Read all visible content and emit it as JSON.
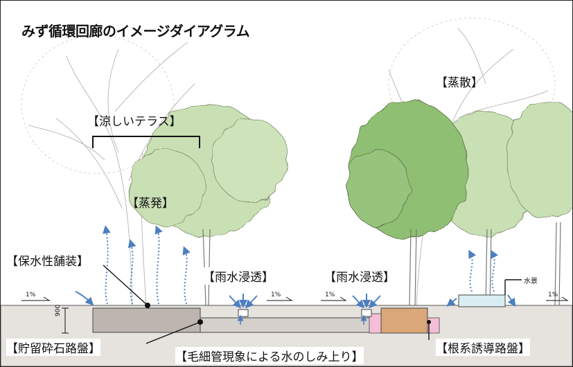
{
  "title": "みず循環回廊のイメージダイアグラム",
  "labels": {
    "cool_terrace": "【涼しいテラス】",
    "evaporation": "【蒸発】",
    "transpiration": "【蒸散】",
    "water_retentive_paving": "【保水性舗装】",
    "rain_infiltration_1": "【雨水浸透】",
    "rain_infiltration_2": "【雨水浸透】",
    "water_feature": "水景",
    "storage_gravel_base": "【貯留砕石路盤】",
    "capillary_rise": "【毛細管現象による水のしみ上り】",
    "root_guiding_base": "【根系誘導路盤】"
  },
  "slopes": [
    "1%",
    "1%",
    "1%",
    "1%"
  ],
  "dimension": "900",
  "colors": {
    "ground": "#e6e3df",
    "gravel_base": "#bdb6b0",
    "root_base": "#d9a778",
    "pink_block": "#f4bfd6",
    "water": "#d9eef2",
    "tree_light": "#c9dfb4",
    "tree_mid": "#a9cf92",
    "tree_dark": "#8fbf72",
    "arrow_blue": "#4d7fc0"
  }
}
